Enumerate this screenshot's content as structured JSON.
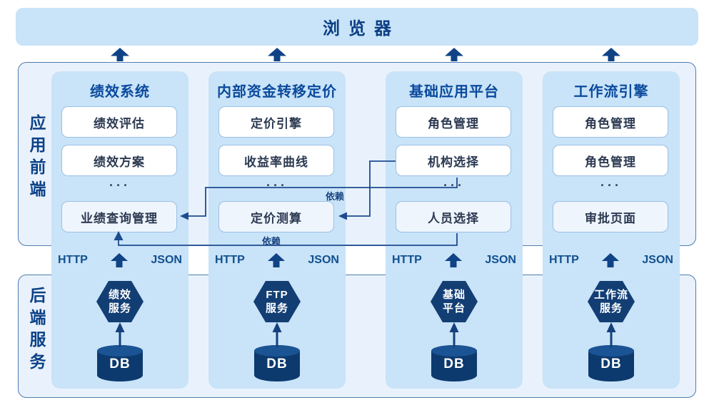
{
  "browser": {
    "label": "浏览器"
  },
  "sections": {
    "frontend": "应用前端",
    "backend": "后端服务"
  },
  "transport": {
    "http": "HTTP",
    "json": "JSON"
  },
  "dependency_label": "依赖",
  "ellipsis": "···",
  "panels": [
    {
      "title": "绩效系统",
      "boxes": [
        "绩效评估",
        "绩效方案"
      ],
      "bottom_box": "业绩查询管理",
      "service": {
        "line1": "绩效",
        "line2": "服务"
      },
      "db": "DB"
    },
    {
      "title": "内部资金转移定价",
      "boxes": [
        "定价引擎",
        "收益率曲线"
      ],
      "bottom_box": "定价测算",
      "service": {
        "line1": "FTP",
        "line2": "服务"
      },
      "db": "DB"
    },
    {
      "title": "基础应用平台",
      "boxes": [
        "角色管理",
        "机构选择"
      ],
      "bottom_box": "人员选择",
      "service": {
        "line1": "基础",
        "line2": "平台"
      },
      "db": "DB"
    },
    {
      "title": "工作流引擎",
      "boxes": [
        "角色管理",
        "角色管理"
      ],
      "bottom_box": "审批页面",
      "service": {
        "line1": "工作流",
        "line2": "服务"
      },
      "db": "DB"
    }
  ],
  "colors": {
    "panel_blue": "#c9e3f8",
    "container_blue": "#e9f2fc",
    "container_border": "#4d7cae",
    "navy_shape": "#0d3a6e",
    "hexagon_navy": "#123e74",
    "line_navy": "#1c4b90",
    "title_blue": "#0a4a9c",
    "box_text": "#2c3a52",
    "box_border": "#9cc0e4"
  }
}
